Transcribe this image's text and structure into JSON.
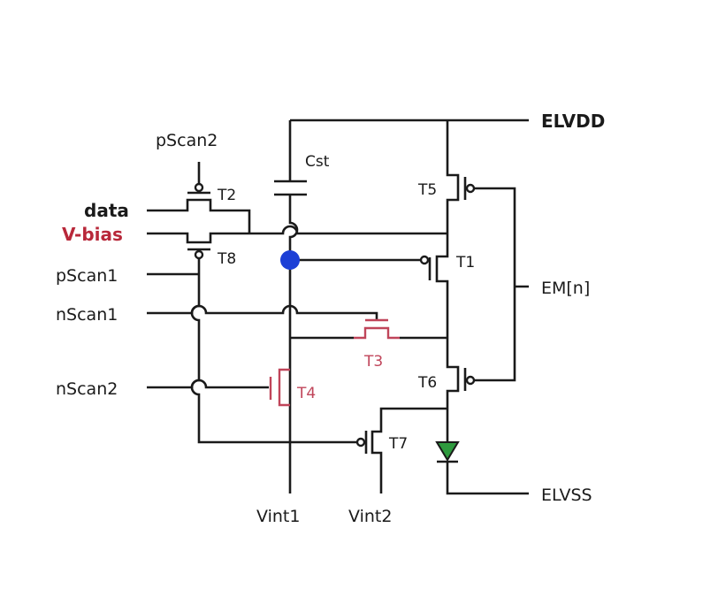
{
  "diagram": {
    "type": "pixel-circuit-8T1C",
    "rails": {
      "elvdd": "ELVDD",
      "elvss": "ELVSS",
      "em": "EM[n]",
      "vint1": "Vint1",
      "vint2": "Vint2"
    },
    "inputs": {
      "pscan2": "pScan2",
      "data": "data",
      "vbias": "V-bias",
      "pscan1": "pScan1",
      "nscan1": "nScan1",
      "nscan2": "nScan2"
    },
    "components": {
      "cst": "Cst",
      "t1": "T1",
      "t2": "T2",
      "t3": "T3",
      "t4": "T4",
      "t5": "T5",
      "t6": "T6",
      "t7": "T7",
      "t8": "T8"
    },
    "colors": {
      "wire": "#1a1a1a",
      "oxide_tft": "#c0455a",
      "vbias_label": "#b8283a",
      "gate_node": "#1c3fd6",
      "oled": "#2e9a3e"
    }
  }
}
